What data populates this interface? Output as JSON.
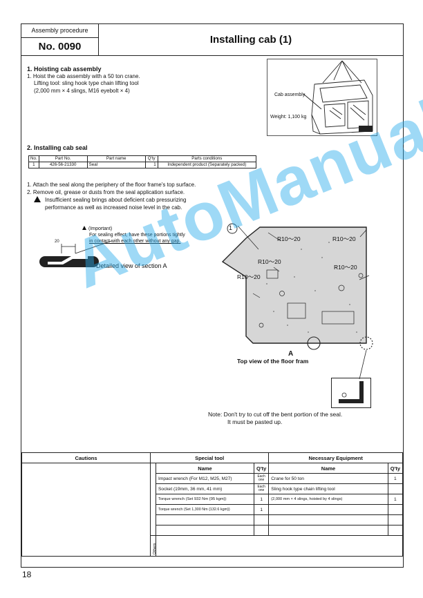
{
  "header": {
    "procedure_label": "Assembly procedure",
    "procedure_no": "No. 0090",
    "title": "Installing cab (1)"
  },
  "section1": {
    "heading": "1.  Hoisting cab assembly",
    "lines": [
      "1.  Hoist the cab assembly with a 50 ton crane.",
      "Lifting tool: sling hook type chain lifting tool",
      "(2,000 mm × 4 slings, M16 eyebolt × 4)"
    ],
    "figure": {
      "label": "Cab assembly",
      "weight": "Weight: 1,100 kg"
    }
  },
  "section2": {
    "heading": "2.  Installing cab seal",
    "parts_table": {
      "headers": [
        "No.",
        "Part No.",
        "Part name",
        "Q'ty",
        "Parts conditions"
      ],
      "rows": [
        [
          "1",
          "426-56-21330",
          "Seal",
          "1",
          "Independent product (Separately packed)"
        ]
      ]
    },
    "steps": [
      "1.  Attach the seal along the periphery of the floor frame's top surface.",
      "2.  Remove oil, grease or dusts from the seal application surface."
    ],
    "warning": [
      "Insufficient sealing brings about deficient cab pressurizing",
      "performance as well as increased noise level in the cab."
    ],
    "important": [
      "(Important)",
      "For sealing effect, have these portions tightly",
      "in contact with each other without any gap."
    ],
    "dim_label": "20",
    "detail_label": "Detailed view of section A",
    "floor_labels": {
      "item": "1",
      "radius": "R10～20",
      "section": "A",
      "caption": "Top view of the floor fram"
    },
    "note": [
      "Note: Don't try to cut off the bent portion of the seal.",
      "It must be pasted up."
    ]
  },
  "bottom": {
    "cautions_header": "Cautions",
    "special_tool_header": "Special tool",
    "equipment_header": "Necessary Equipment",
    "col_name": "Name",
    "col_qty": "Q'ty",
    "others_label": "Others",
    "special_tools": [
      {
        "name": "Impact wrench (For M12, M25, M27)",
        "qty": "Each one"
      },
      {
        "name": "Socket (19mm, 36 mm, 41 mm)",
        "qty": "Each one"
      },
      {
        "name": "Torque wrench (Set 932 Nm {95 kgm})",
        "qty": "1"
      },
      {
        "name": "Torque wrench (Set 1,300 Nm {132.6 kgm})",
        "qty": "1"
      }
    ],
    "equipment": [
      {
        "name": "Crane for 50 ton",
        "qty": "1"
      },
      {
        "name": "Sling hook type chain lifting tool",
        "qty": ""
      },
      {
        "name": "(2,000 mm × 4 slings, hoisted by 4 slings)",
        "qty": "1"
      }
    ]
  },
  "page_number": "18",
  "watermark": "AutoManual"
}
